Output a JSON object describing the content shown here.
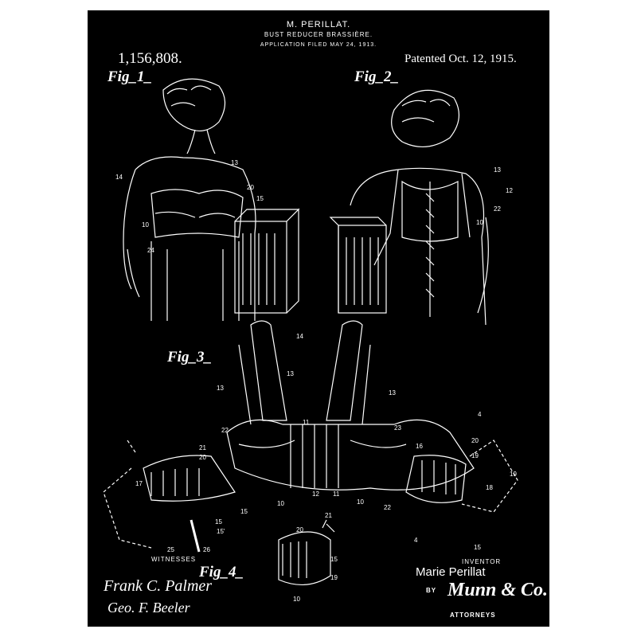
{
  "header": {
    "inventor": "M. PERILLAT.",
    "title": "BUST REDUCER BRASSIÈRE.",
    "filed": "APPLICATION FILED MAY 24, 1913."
  },
  "patent_number": "1,156,808.",
  "patent_date": "Patented  Oct. 12, 1915.",
  "figures": {
    "fig1": "Fig_1_",
    "fig2": "Fig_2_",
    "fig3": "Fig_3_",
    "fig4": "Fig_4_"
  },
  "reference_numbers": {
    "fig1": [
      "14",
      "13",
      "20",
      "15",
      "10",
      "24"
    ],
    "fig2": [
      "13",
      "12",
      "22",
      "10"
    ],
    "fig3": [
      "14",
      "13",
      "13",
      "13",
      "11",
      "22",
      "21",
      "20",
      "17",
      "15",
      "15",
      "15'",
      "25",
      "26",
      "10",
      "12",
      "11",
      "10",
      "22",
      "23",
      "16",
      "20",
      "19",
      "18",
      "19",
      "15",
      "4",
      "4"
    ],
    "fig4": [
      "20",
      "21",
      "15",
      "19",
      "10"
    ]
  },
  "witnesses_label": "WITNESSES",
  "witness_signatures": [
    "Frank C. Palmer",
    "Geo. F. Beeler"
  ],
  "inventor_label": "INVENTOR",
  "inventor_name": "Marie Perillat",
  "by_label": "BY",
  "attorney_signature": "Munn & Co.",
  "attorneys_label": "ATTORNEYS",
  "colors": {
    "poster": "#000000",
    "ink": "#ffffff",
    "margin": "#ffffff"
  }
}
